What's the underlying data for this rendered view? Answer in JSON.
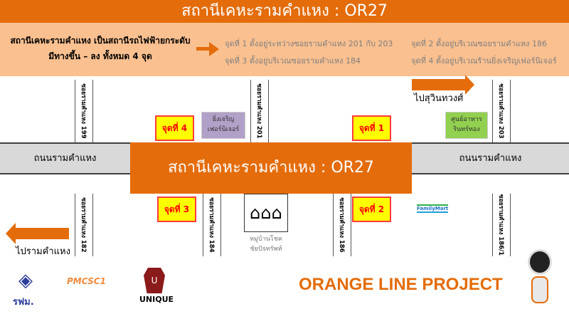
{
  "title": "สถานีเคหะรามคำแหง : OR27",
  "info": {
    "lead_line1": "สถานีเคหะรามคำแหง เป็นสถานีรถไฟฟ้ายกระดับ",
    "lead_line2": "มีทางขึ้น – ลง ทั้งหมด 4 จุด",
    "exits": [
      "จุดที่ 1 ตั้งอยู่ระหว่างซอยรามคำแหง 201 กับ 203",
      "จุดที่ 3 ตั้งอยู่บริเวณซอยรามคำแหง 184",
      "จุดที่ 2 ตั้งอยู่บริเวณซอยรามคำแหง 186",
      "จุดที่ 4 ตั้งอยู่บริเวณร้านยิ่งเจริญเฟอร์นิเจอร์"
    ]
  },
  "map": {
    "station": "สถานีเคหะรามคำแหง : OR27",
    "road_left": "ถนนรามคำแหง",
    "road_right": "ถนนรามคำแหง",
    "to_right": "ไปสุวินทวงศ์",
    "to_left": "ไปรามคำแหง",
    "soi_top": [
      "ซอยรามคำแหง 199",
      "ซอยรามคำแหง 201",
      "ซอยรามคำแหง 203"
    ],
    "soi_bottom": [
      "ซอยรามคำแหง 182",
      "ซอยรามคำแหง 184",
      "ซอยรามคำแหง 186",
      "ซอยรามคำแหง 186/1"
    ],
    "exit_badges": [
      "จุดที่ 4",
      "จุดที่ 1",
      "จุดที่ 3",
      "จุดที่ 2"
    ],
    "shop1": [
      "ยิ่งเจริญ",
      "เฟอร์นิเจอร์"
    ],
    "shop2": [
      "ศูนย์อาหาร",
      "รินทร์ทอง"
    ],
    "village": [
      "หมู่บ้านโชค",
      "ชัยปัจทรัพท์"
    ],
    "familymart": "FamilyMart"
  },
  "footer": {
    "logo1": "รฟม.",
    "logo2": "PMCSC1",
    "logo3": "UNIQUE",
    "project": "ORANGE LINE PROJECT"
  },
  "colors": {
    "orange": "#e46c0a",
    "peach": "#fac090"
  }
}
